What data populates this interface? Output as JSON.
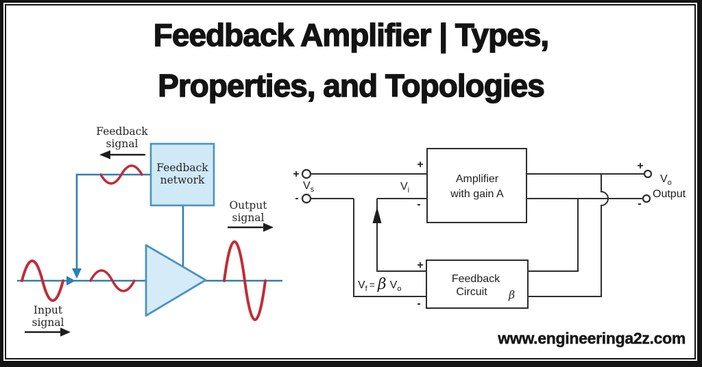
{
  "title": {
    "line1": "Feedback Amplifier | Types,",
    "line2": "Properties, and Topologies"
  },
  "footer": {
    "website": "www.engineeringa2z.com"
  },
  "symbols": {
    "plus": "+",
    "minus": "-"
  },
  "left_diagram": {
    "labels": {
      "feedback_signal": {
        "line1": "Feedback",
        "line2": "signal"
      },
      "feedback_network": {
        "line1": "Feedback",
        "line2": "network"
      },
      "output_signal": {
        "line1": "Output",
        "line2": "signal"
      },
      "input_signal": {
        "line1": "Input",
        "line2": "signal"
      }
    },
    "colors": {
      "wire_blue": "#2f7fb1",
      "box_fill": "#cfe9f6",
      "box_stroke": "#4a93c1",
      "triangle_fill": "#d6ebf8",
      "wave_red": "#c32b35",
      "arrow_black": "#1d1d1d"
    }
  },
  "right_diagram": {
    "amplifier_box": {
      "line1": "Amplifier",
      "line2": "with gain A"
    },
    "feedback_box": {
      "line1": "Feedback",
      "line2": "Circuit",
      "beta": "β"
    },
    "terminals": {
      "source": {
        "base": "V",
        "sub": "s"
      },
      "input": {
        "base": "V",
        "sub": "i"
      },
      "output": {
        "base": "V",
        "sub": "o"
      },
      "output_word": "Output"
    },
    "equation": {
      "lhs": "V",
      "lhs_sub": "f",
      "equals": "=",
      "beta": "β",
      "rhs": "V",
      "rhs_sub": "o"
    },
    "colors": {
      "line": "#2d2d2d"
    }
  }
}
